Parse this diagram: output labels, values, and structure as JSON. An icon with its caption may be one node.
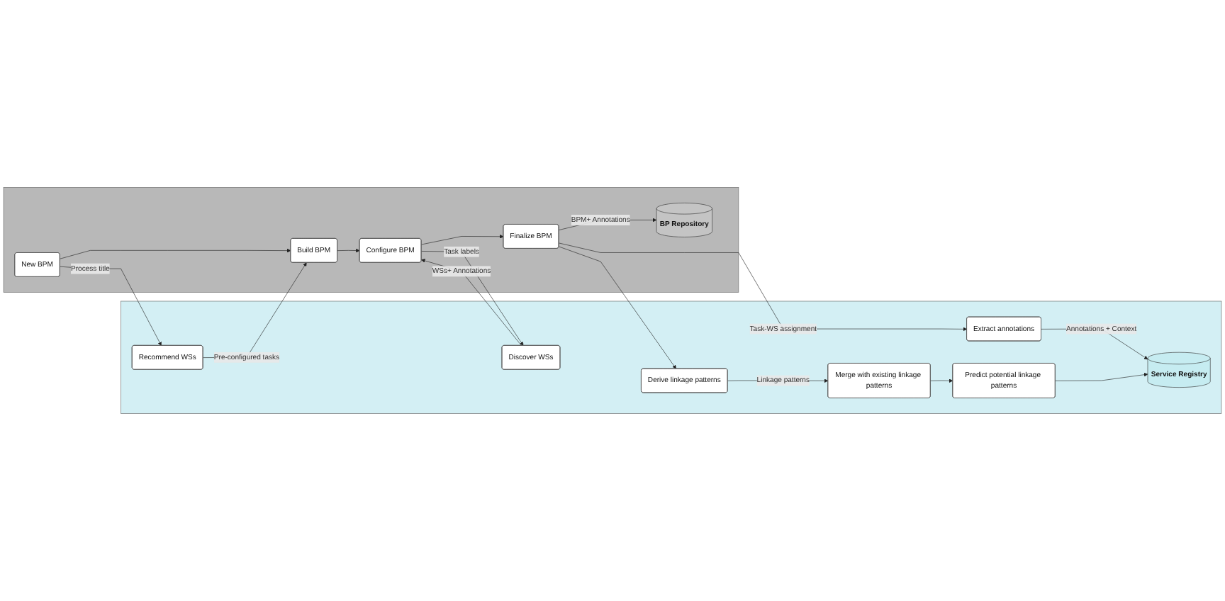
{
  "diagram": {
    "nodes": [
      {
        "text": [],
        "shape": "box"
      },
      {
        "text": [
          "New BPM"
        ],
        "in": 0
      },
      {
        "text": [
          "Build BPM"
        ],
        "in": 0
      },
      {
        "text": [
          "Configure BPM"
        ],
        "in": 0
      },
      {
        "text": [
          "Finalize BPM"
        ],
        "in": 0
      },
      {
        "text": [
          "BP Repository"
        ],
        "in": 0
      },
      {
        "text": [],
        "shape": "box"
      },
      {
        "text": [
          "Recommend WSs"
        ],
        "in": 6
      },
      {
        "text": [
          "Discover WSs"
        ],
        "in": 6
      },
      {
        "text": [
          "Extract annotations"
        ],
        "in": 6
      },
      {
        "text": [
          "Derive linkage patterns"
        ],
        "in": 6
      },
      {
        "text": [
          "Service Registry"
        ],
        "in": 6
      },
      {
        "text": [
          "Predict potential linkage patterns"
        ],
        "in": 6
      },
      {
        "text": [
          "Merge with existing linkage patterns"
        ],
        "in": 6
      }
    ],
    "edges": [
      {
        "from": 1,
        "to": 2,
        "arrow": "to"
      },
      {
        "from": 2,
        "to": 3,
        "arrow": "to"
      },
      {
        "from": 3,
        "to": 4,
        "arrow": "to"
      },
      {
        "from": 4,
        "to": 5,
        "arrow": "to",
        "label": "BPM+ Annotations"
      },
      {
        "from": 1,
        "to": 7,
        "arrow": "to",
        "label": "Process title"
      },
      {
        "from": 7,
        "to": 2,
        "arrow": "to",
        "label": "Pre-configured tasks"
      },
      {
        "from": 3,
        "to": 8,
        "arrow": "to",
        "label": "Task labels"
      },
      {
        "from": 8,
        "to": 3,
        "arrow": "to",
        "label": "WSs+ Annotations"
      },
      {
        "from": 4,
        "to": 9,
        "arrow": "to",
        "label": "Task-WS assignment"
      },
      {
        "from": 4,
        "to": 10,
        "arrow": "to"
      },
      {
        "from": 9,
        "to": 11,
        "arrow": "to",
        "label": "Annotations + Context"
      },
      {
        "from": 10,
        "to": 13,
        "arrow": "to",
        "label": "Linkage patterns"
      },
      {
        "from": 13,
        "to": 12,
        "arrow": "to"
      },
      {
        "from": 12,
        "to": 11,
        "arrow": "to"
      }
    ]
  }
}
